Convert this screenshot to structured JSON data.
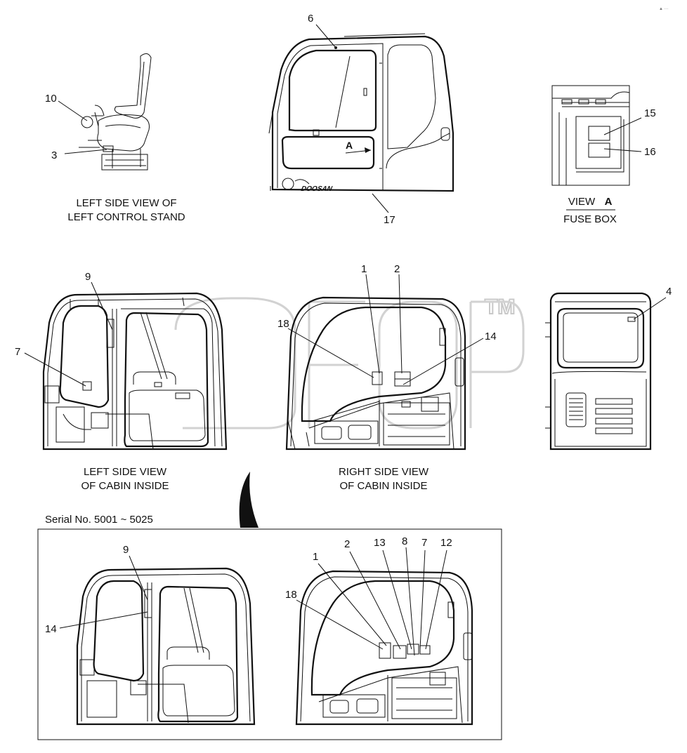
{
  "captions": {
    "left_stand_line1": "LEFT SIDE VIEW OF",
    "left_stand_line2": "LEFT CONTROL STAND",
    "view_a_word": "VIEW",
    "view_a_letter": "A",
    "fuse_box": "FUSE BOX",
    "left_cabin_line1": "LEFT SIDE VIEW",
    "left_cabin_line2": "OF CABIN INSIDE",
    "right_cabin_line1": "RIGHT SIDE VIEW",
    "right_cabin_line2": "OF CABIN INSIDE",
    "serial": "Serial No. 5001 ~ 5025",
    "door_arrow_letter": "A",
    "brand": "DOOSAN",
    "watermark": "TM"
  },
  "callouts": {
    "seat": [
      "10",
      "3"
    ],
    "door": [
      "6",
      "17"
    ],
    "fuse": [
      "15",
      "16"
    ],
    "left_cabin": [
      "9",
      "7"
    ],
    "right_cabin": [
      "1",
      "2",
      "18",
      "14"
    ],
    "rear_view": [
      "4"
    ],
    "serial_left": [
      "9",
      "14"
    ],
    "serial_right": [
      "1",
      "2",
      "13",
      "8",
      "7",
      "12",
      "18"
    ]
  }
}
